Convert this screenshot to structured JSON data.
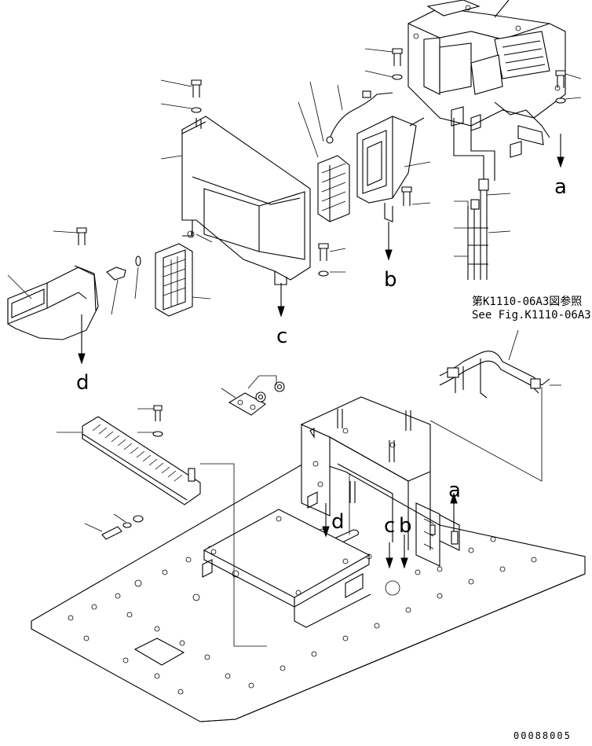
{
  "reference": {
    "jp": "第K1110-06A3図参照",
    "en": "See Fig.K1110-06A3"
  },
  "callouts": {
    "a_upper": "a",
    "b_upper": "b",
    "c_upper": "c",
    "d_upper": "d",
    "a_lower": "a",
    "b_lower": "b",
    "c_lower": "c",
    "d_lower": "d"
  },
  "drawing_number": "00088005"
}
